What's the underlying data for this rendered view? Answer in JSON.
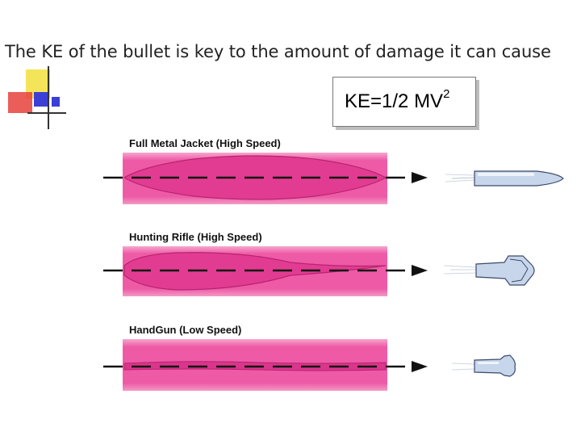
{
  "slide": {
    "title": "The KE of the bullet is key to the amount of damage it can cause",
    "formula": {
      "text": "KE=1/2 MV",
      "superscript": "2"
    }
  },
  "panels": [
    {
      "label": "Full Metal Jacket (High Speed)",
      "bullet": "intact"
    },
    {
      "label": "Hunting Rifle (High Speed)",
      "bullet": "expanded"
    },
    {
      "label": "HandGun (Low Speed)",
      "bullet": "slightly-expanded"
    }
  ],
  "colors": {
    "tissue": "#ee5aa6",
    "tissue_dark": "#d9368c",
    "tissue_light": "#f7a6cd",
    "bullet_fill": "#c7d6ea",
    "bullet_stroke": "#3d4a6b",
    "accent_yellow": "#f4e45a",
    "accent_blue": "#3c3fd6",
    "accent_red": "#e8413c"
  }
}
